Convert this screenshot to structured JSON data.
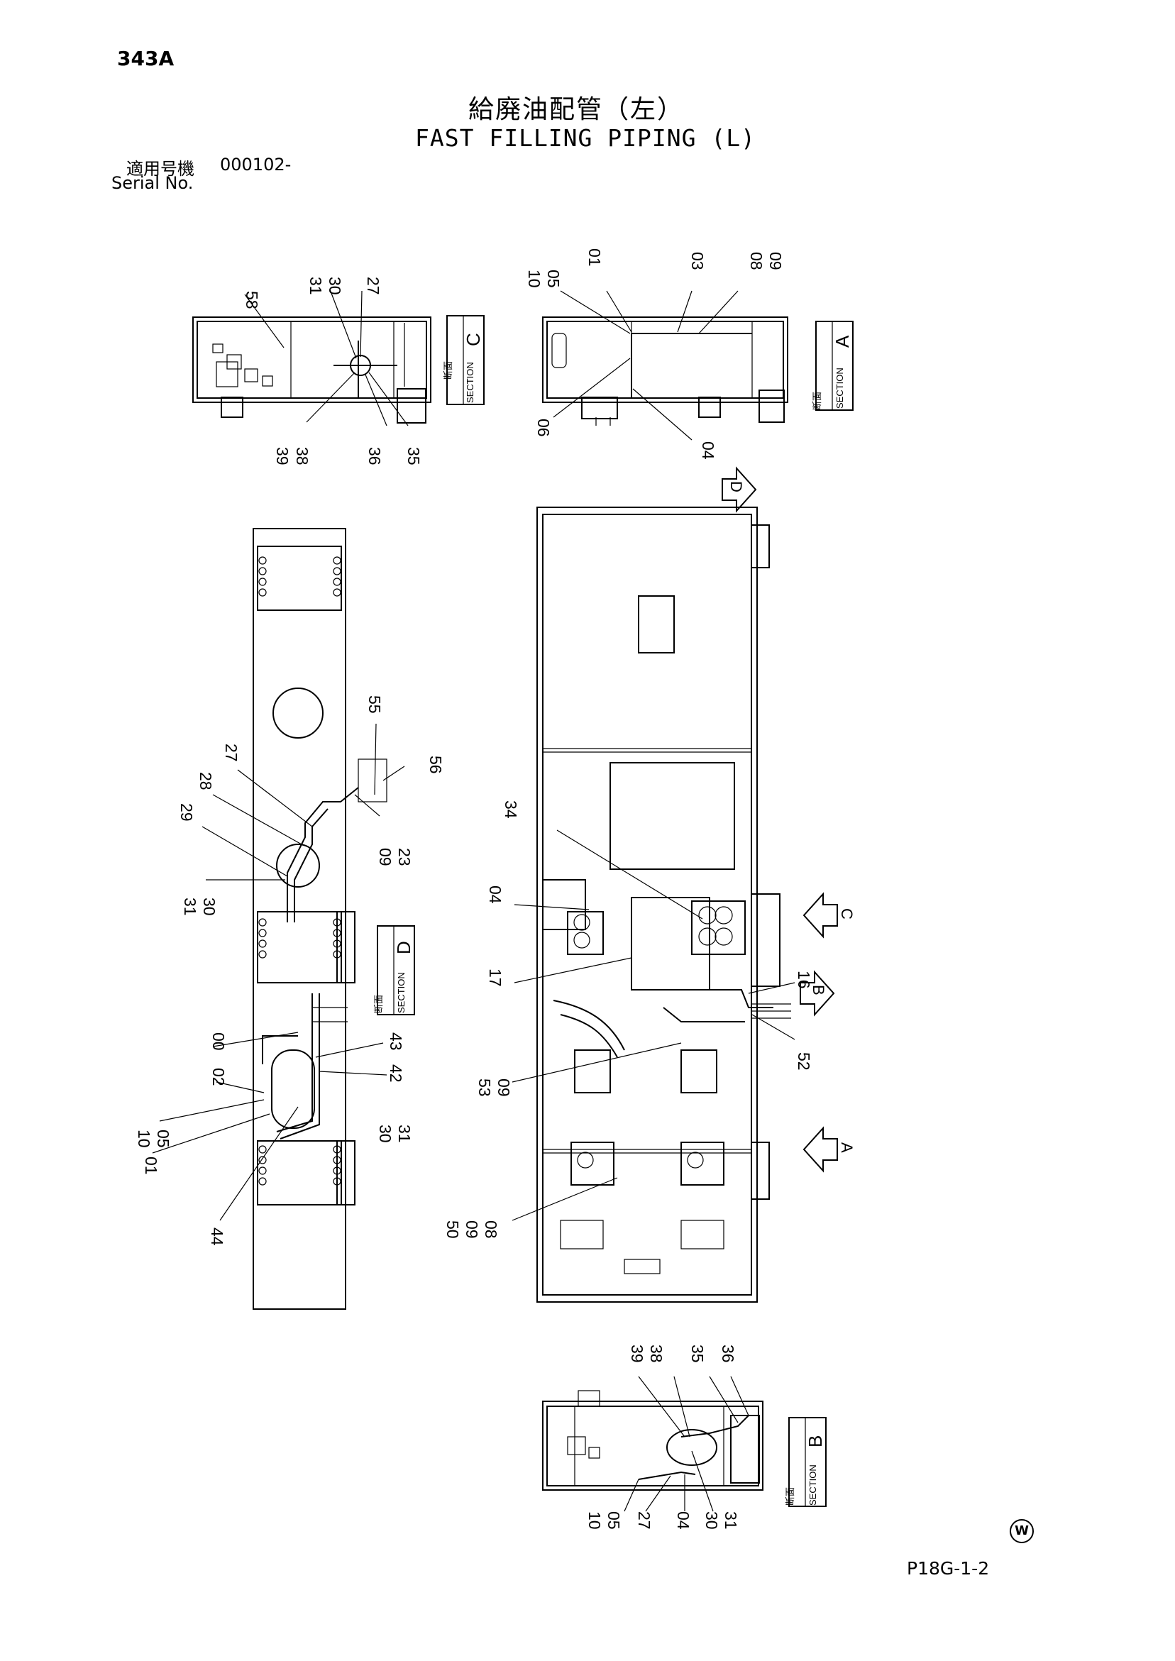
{
  "header": {
    "page_number": "343A",
    "title_jp": "給廃油配管（左）",
    "title_en": "FAST FILLING PIPING (L)",
    "serial_label_jp": "適用号機",
    "serial_value": "000102-",
    "serial_label_en": "Serial No."
  },
  "sections": {
    "section_jp": "断面",
    "section_word": "SECTION",
    "a": "A",
    "b": "B",
    "c": "C",
    "d": "D"
  },
  "view_arrows": {
    "a": "A",
    "b": "B",
    "c": "C",
    "d": "D"
  },
  "callouts": {
    "sec_c": [
      "58",
      "31",
      "30",
      "27",
      "39",
      "38",
      "36",
      "35"
    ],
    "sec_a": [
      "10",
      "05",
      "01",
      "03",
      "08",
      "09",
      "06",
      "04"
    ],
    "sec_d": [
      "55",
      "27",
      "28",
      "56",
      "29",
      "09",
      "23",
      "31",
      "30",
      "00",
      "43",
      "42",
      "02",
      "30",
      "31",
      "10",
      "05",
      "01",
      "44"
    ],
    "main": [
      "34",
      "04",
      "17",
      "16",
      "52",
      "53",
      "09",
      "50",
      "09",
      "08"
    ],
    "sec_b": [
      "39",
      "38",
      "35",
      "36",
      "10",
      "05",
      "27",
      "04",
      "30",
      "31"
    ]
  },
  "footer": {
    "code": "P18G-1-2",
    "mark": "W"
  }
}
